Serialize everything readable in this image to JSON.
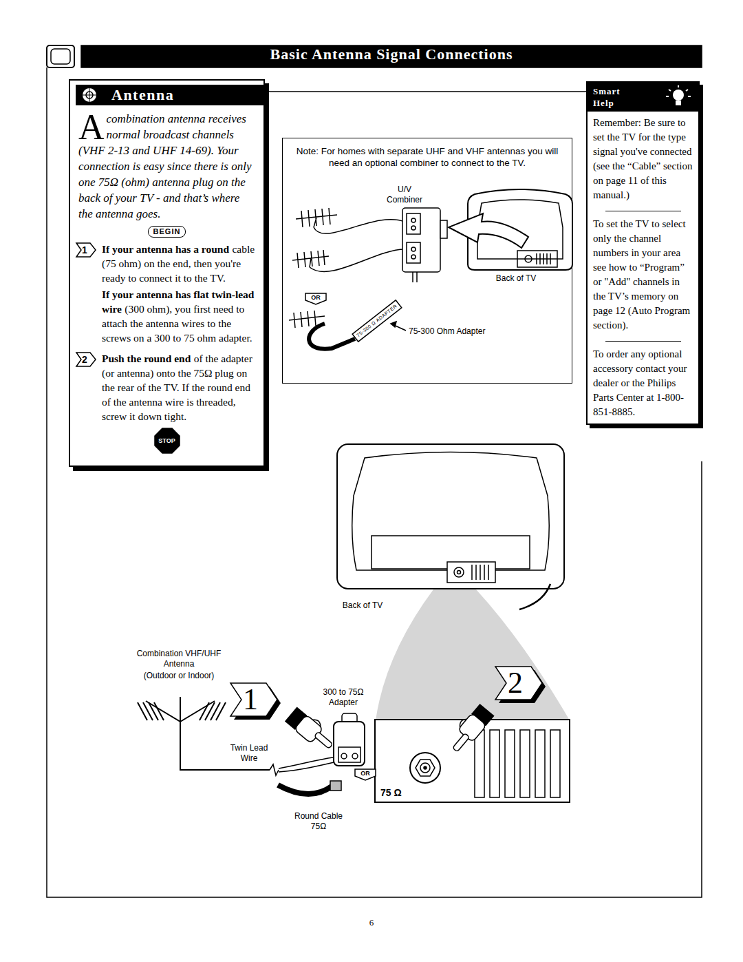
{
  "diagram": {
    "title": "Basic Antenna Signal Connections",
    "nodes": [
      {
        "text": [
          "Antenna",
          "A combination antenna receives normal broadcast channels (VHF 2-13 and UHF 14-69). Your connection is easy since there is only one 75Ω (ohm) antenna plug on the back of your TV - and that’s where the antenna goes.",
          "If your antenna has a round",
          "cable (75 ohm) on the end, then you're ready to connect it to the TV.",
          "If your antenna has flat twin-lead wire",
          "(300 ohm), you first need to attach the antenna wires to the screws on a 300 to 75 ohm adapter.",
          "Push the round end",
          "of the adapter (or antenna) onto the 75Ω plug on the rear of the TV. If the round end of the antenna wire is threaded, screw it down tight."
        ]
      },
      {
        "text": [
          "BEGIN"
        ],
        "in": 0
      },
      {
        "text": [
          "1"
        ],
        "in": 0
      },
      {
        "text": [
          "2"
        ],
        "in": 0
      },
      {
        "text": [
          "STOP"
        ],
        "in": 0
      },
      {
        "text": [
          "Note: For homes with separate UHF and VHF antennas you will need an optional combiner to connect to the TV."
        ]
      },
      {
        "text": [
          "OR"
        ],
        "in": 5
      },
      {
        "text": [
          "Smart Help",
          "Remember: Be sure to set the TV for the type signal you've connected (see the “Cable” section on page 11 of this manual.)",
          "To set the TV to select only the channel numbers in your area see how to “Program” or \"Add\" channels in the TV’s memory on page 12 (Auto Program section).",
          "To order any optional accessory contact your dealer or the Philips Parts Center at 1-800-851-8885."
        ]
      },
      {
        "text": [
          "1"
        ]
      },
      {
        "text": [
          "2"
        ]
      },
      {
        "text": [
          "OR"
        ]
      }
    ],
    "labels": [
      "U/V Combiner",
      "Back of TV",
      "75-300 Ω ADAPTER",
      "75-300 Ohm Adapter",
      "Back of TV",
      "Combination VHF/UHF Antenna",
      "(Outdoor or Indoor)",
      "300 to 75Ω Adapter",
      "Twin Lead Wire",
      "75 Ω",
      "Round Cable 75Ω",
      "6"
    ]
  }
}
